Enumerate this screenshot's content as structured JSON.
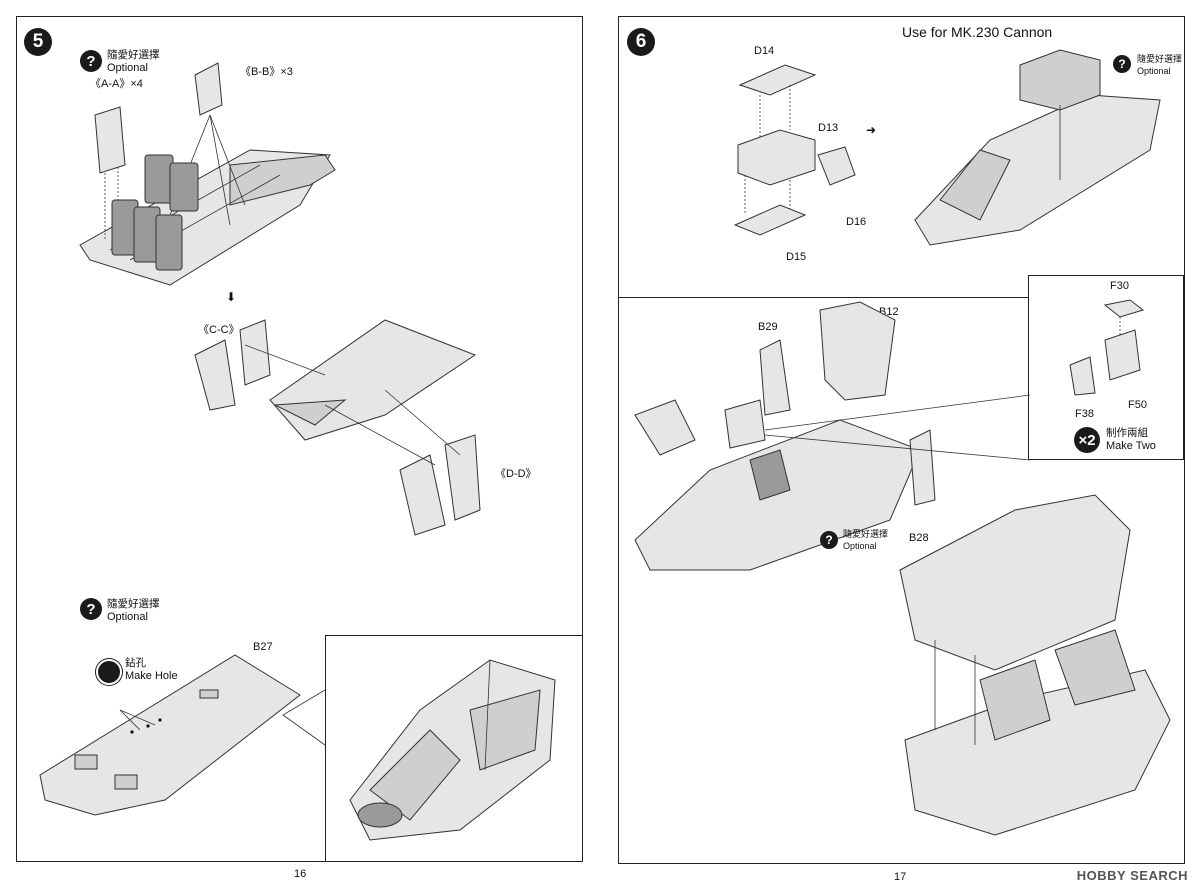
{
  "left_page": {
    "step_number": "5",
    "optional_cn": "隨愛好選擇",
    "optional_en": "Optional",
    "label_aa": "《A-A》×4",
    "label_bb": "《B-B》×3",
    "label_cc": "《C-C》",
    "label_dd": "《D-D》",
    "optional2_cn": "隨愛好選擇",
    "optional2_en": "Optional",
    "part_b27": "B27",
    "drill_cn": "鉆孔",
    "drill_en": "Make Hole",
    "page_number": "16"
  },
  "right_page": {
    "step_number": "6",
    "header": "Use for MK.230 Cannon",
    "part_d14": "D14",
    "part_d13": "D13",
    "part_d15": "D15",
    "part_d16": "D16",
    "optional_cn": "隨愛好選擇",
    "optional_en": "Optional",
    "part_b29": "B29",
    "part_b12": "B12",
    "part_b28": "B28",
    "optional2_cn": "隨愛好選擇",
    "optional2_en": "Optional",
    "part_f30": "F30",
    "part_f38": "F38",
    "part_f50": "F50",
    "times_two": "×2",
    "make_two_cn": "制作兩組",
    "make_two_en": "Make Two",
    "page_number": "17"
  },
  "watermark": "HOBBY SEARCH"
}
